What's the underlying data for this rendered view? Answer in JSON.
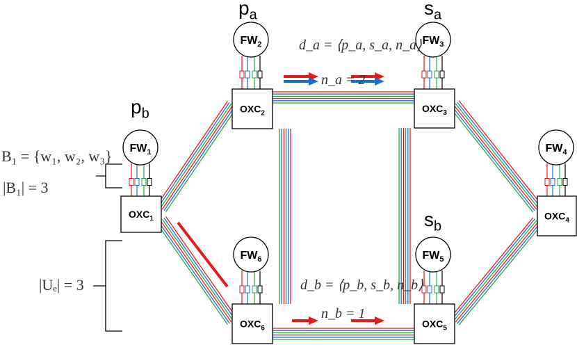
{
  "colors": {
    "red": "#e8191d",
    "blue": "#1f6fc7",
    "green": "#2ba24c",
    "black": "#000000"
  },
  "fws": [
    {
      "id": "fw1",
      "main": "FW",
      "sub": "1"
    },
    {
      "id": "fw2",
      "main": "FW",
      "sub": "2"
    },
    {
      "id": "fw3",
      "main": "FW",
      "sub": "3"
    },
    {
      "id": "fw4",
      "main": "FW",
      "sub": "4"
    },
    {
      "id": "fw5",
      "main": "FW",
      "sub": "5"
    },
    {
      "id": "fw6",
      "main": "FW",
      "sub": "6"
    }
  ],
  "oxcs": [
    {
      "id": "oxc1",
      "main": "OXC",
      "sub": "1"
    },
    {
      "id": "oxc2",
      "main": "OXC",
      "sub": "2"
    },
    {
      "id": "oxc3",
      "main": "OXC",
      "sub": "3"
    },
    {
      "id": "oxc4",
      "main": "OXC",
      "sub": "4"
    },
    {
      "id": "oxc5",
      "main": "OXC",
      "sub": "5"
    },
    {
      "id": "oxc6",
      "main": "OXC",
      "sub": "6"
    }
  ],
  "site_labels": {
    "pa": {
      "main": "p",
      "sub": "a"
    },
    "sa": {
      "main": "s",
      "sub": "a"
    },
    "pb": {
      "main": "p",
      "sub": "b"
    },
    "sb": {
      "main": "s",
      "sub": "b"
    }
  },
  "demand_a": {
    "text": "d_a = ⟨p_a, s_a, n_a⟩",
    "n_label": "n_a = 2"
  },
  "demand_b": {
    "text": "d_b = ⟨p_b, s_b, n_b⟩",
    "n_label": "n_b = 1"
  },
  "left": {
    "b1_set": "B₁ = {w₁, w₂, w₃}",
    "b1_size": "|B₁| = 3",
    "ue": "|Uₑ| = 3"
  }
}
